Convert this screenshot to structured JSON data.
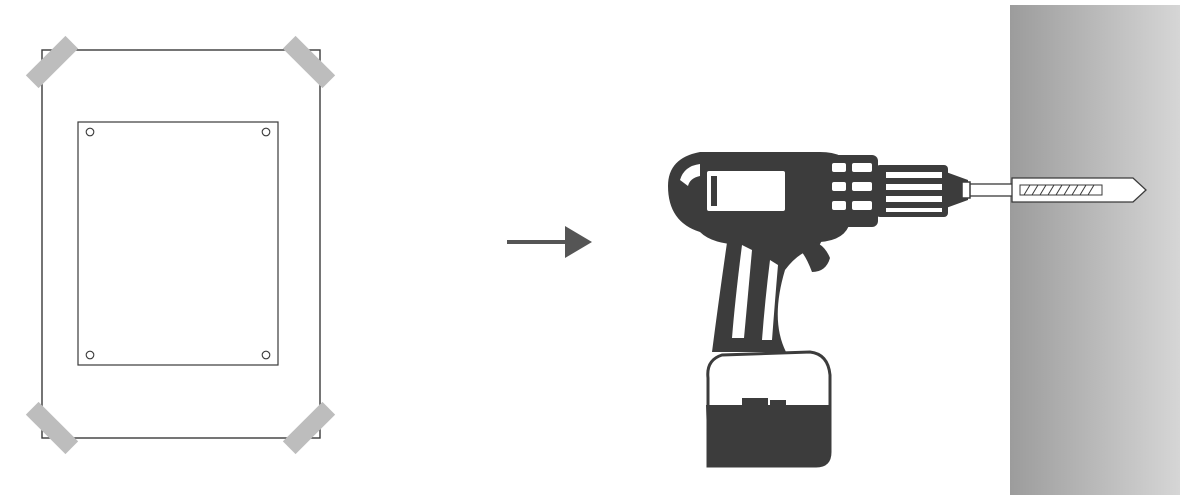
{
  "diagram": {
    "steps": [
      {
        "id": "template-taped-to-wall",
        "icon": "template-sheet-icon"
      },
      {
        "id": "arrow",
        "icon": "arrow-right-icon"
      },
      {
        "id": "drill-into-wall",
        "icon": "cordless-drill-icon"
      }
    ]
  },
  "colors": {
    "background": "#ffffff",
    "outline": "#3a3a3a",
    "tape": "#bdbdbd",
    "arrow": "#555555",
    "drill_body": "#3c3c3c",
    "wall_dark": "#9c9c9c",
    "wall_light": "#d6d6d6"
  }
}
